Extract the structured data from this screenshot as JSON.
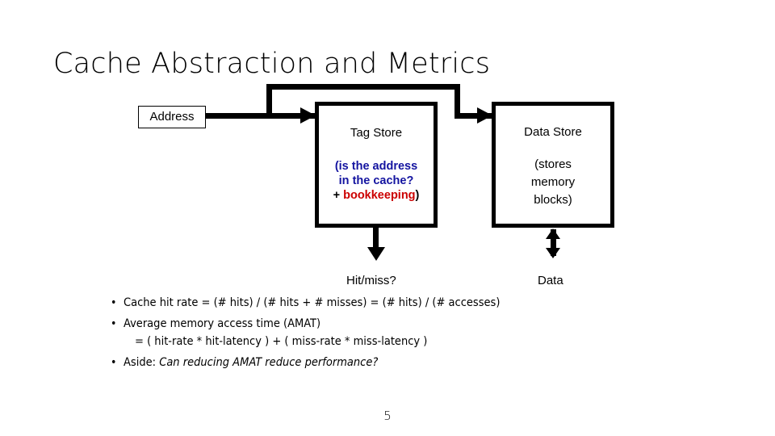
{
  "slide": {
    "title": "Cache Abstraction and Metrics",
    "page_number": "5"
  },
  "diagram": {
    "address_box": {
      "label": "Address"
    },
    "tag_store": {
      "title": "Tag Store",
      "sub_line1": "(is the address",
      "sub_line2": "in the cache?",
      "sub_plus": "+ ",
      "sub_bookkeeping": "bookkeeping",
      "sub_close": ")",
      "text_color": "#1414a0",
      "highlight_color": "#cc0000"
    },
    "data_store": {
      "title": "Data Store",
      "sub_line1": "(stores",
      "sub_line2": "memory",
      "sub_line3": "blocks)"
    },
    "outputs": {
      "tag_store_output": "Hit/miss?",
      "data_store_output": "Data"
    },
    "line_color": "#000000"
  },
  "bullets": [
    {
      "dot": "•",
      "text": "Cache hit rate = (# hits) / (# hits + # misses) = (# hits) / (# accesses)"
    },
    {
      "dot": "•",
      "text": "Average memory access time (AMAT)",
      "continuation": "= ( hit-rate * hit-latency ) + ( miss-rate * miss-latency )"
    },
    {
      "dot": "•",
      "text_prefix": "Aside: ",
      "text_italic": "Can reducing AMAT reduce performance?"
    }
  ]
}
